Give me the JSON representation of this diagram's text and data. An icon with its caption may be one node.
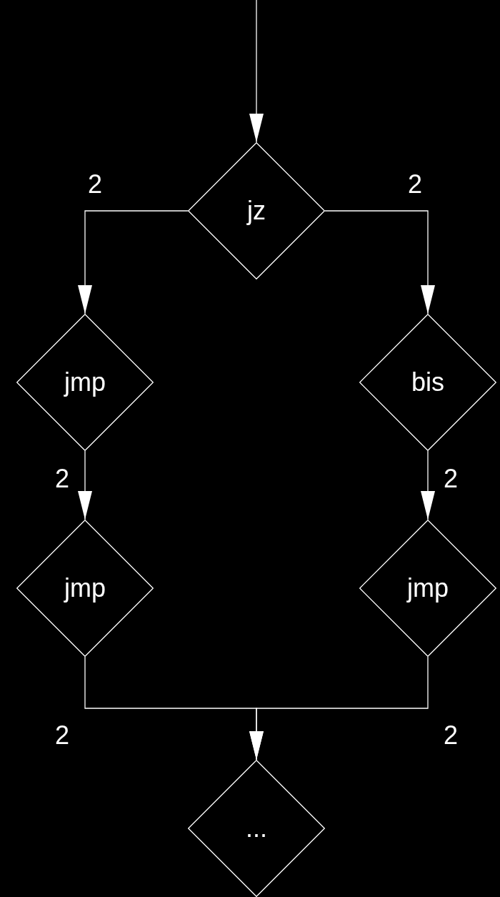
{
  "diagram": {
    "nodes": [
      {
        "text": [
          "jz"
        ]
      },
      {
        "text": [
          "jmp"
        ]
      },
      {
        "text": [
          "bis"
        ]
      },
      {
        "text": [
          "jmp"
        ]
      },
      {
        "text": [
          "jmp"
        ]
      },
      {
        "text": [
          "..."
        ]
      }
    ],
    "edges": [
      {
        "from": null,
        "to": 0,
        "arrow": "to"
      },
      {
        "from": 0,
        "to": 1,
        "arrow": "to",
        "label": "2"
      },
      {
        "from": 0,
        "to": 2,
        "arrow": "to",
        "label": "2"
      },
      {
        "from": 1,
        "to": 3,
        "arrow": "to",
        "label": "2"
      },
      {
        "from": 2,
        "to": 4,
        "arrow": "to",
        "label": "2"
      },
      {
        "from": 3,
        "to": 5,
        "arrow": "to",
        "label": "2"
      },
      {
        "from": 4,
        "to": 5,
        "arrow": "to",
        "label": "2"
      }
    ]
  }
}
